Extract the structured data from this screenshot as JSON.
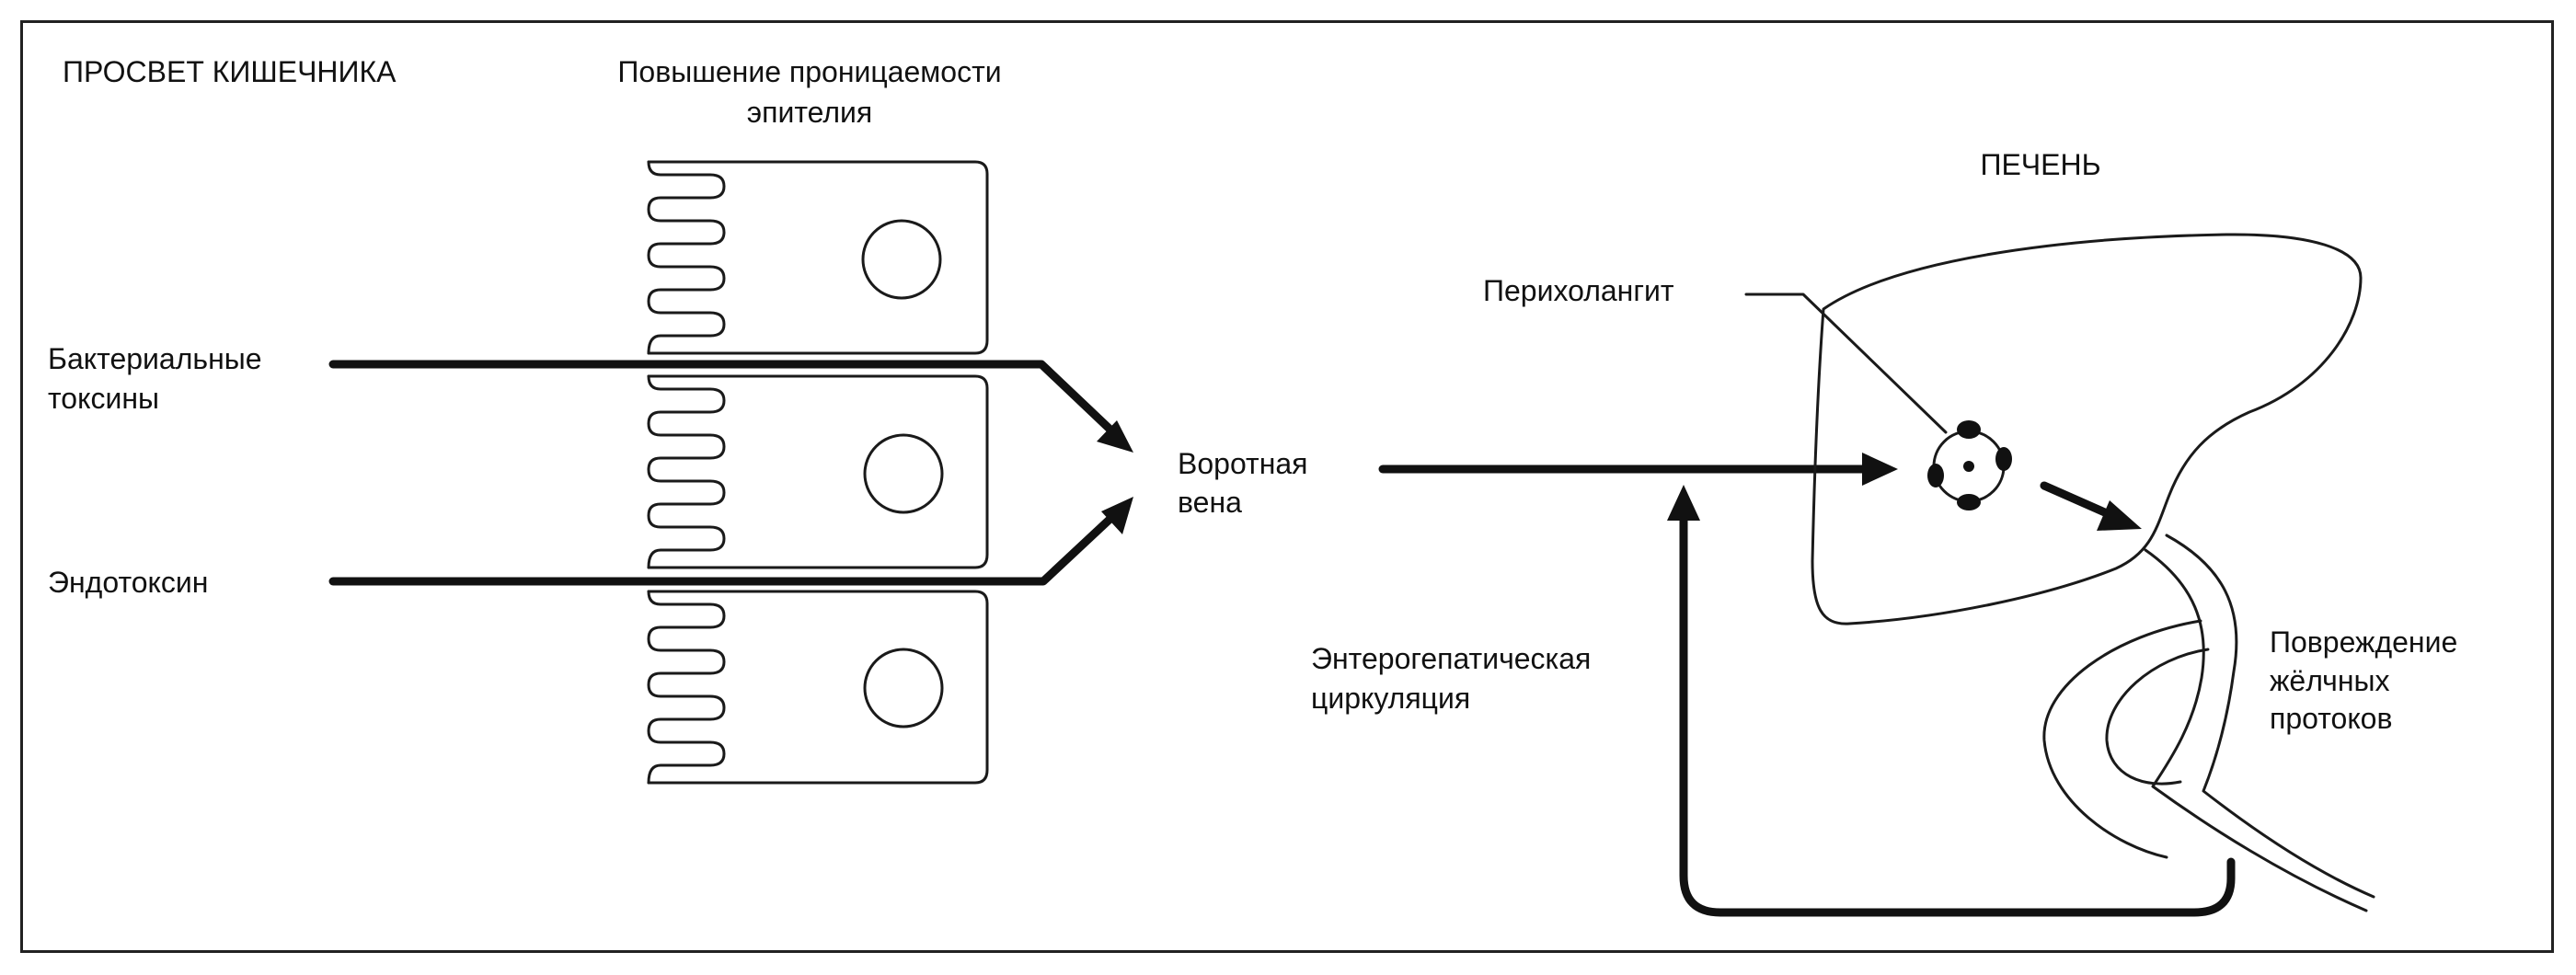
{
  "labels": {
    "lumen": "ПРОСВЕТ КИШЕЧНИКА",
    "permeability_line1": "Повышение проницаемости",
    "permeability_line2": "эпителия",
    "liver": "ПЕЧЕНЬ",
    "bacterial_toxins_line1": "Бактериальные",
    "bacterial_toxins_line2": "токсины",
    "endotoxin": "Эндотоксин",
    "portal_vein_line1": "Воротная",
    "portal_vein_line2": "вена",
    "pericholangitis": "Перихолангит",
    "enterohepatic_line1": "Энтерогепатическая",
    "enterohepatic_line2": "циркуляция",
    "bile_duct_damage_line1": "Повреждение",
    "bile_duct_damage_line2": "жёлчных",
    "bile_duct_damage_line3": "протоков"
  },
  "colors": {
    "ink": "#111111",
    "background": "#ffffff"
  }
}
